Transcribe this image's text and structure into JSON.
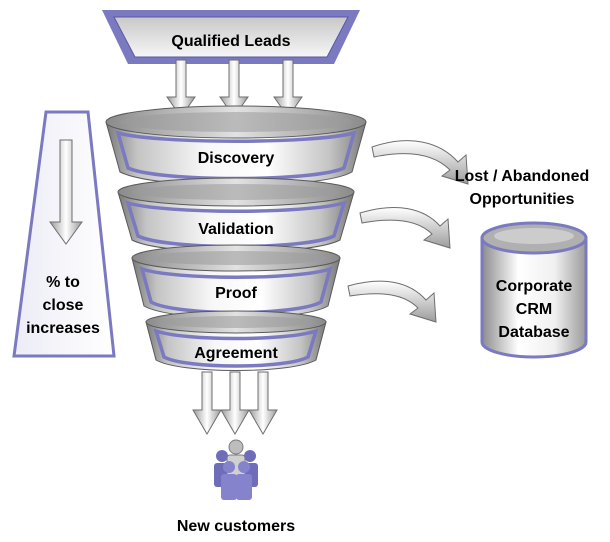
{
  "top_label": "Qualified Leads",
  "stages": [
    {
      "label": "Discovery"
    },
    {
      "label": "Validation"
    },
    {
      "label": "Proof"
    },
    {
      "label": "Agreement"
    }
  ],
  "side_indicator": {
    "lines": [
      "% to",
      "close",
      "increases"
    ]
  },
  "lost_label": {
    "lines": [
      "Lost / Abandoned",
      "Opportunities"
    ]
  },
  "database": {
    "lines": [
      "Corporate",
      "CRM",
      "Database"
    ]
  },
  "bottom_label": "New customers",
  "colors": {
    "accent": "#7b79c0",
    "accent_dark": "#5a58a5",
    "funnel_light": "#f4f4f4",
    "funnel_dark": "#8e8e8e",
    "arrow_fill": "#d9d9d9",
    "arrow_stroke": "#6e6e6e"
  }
}
